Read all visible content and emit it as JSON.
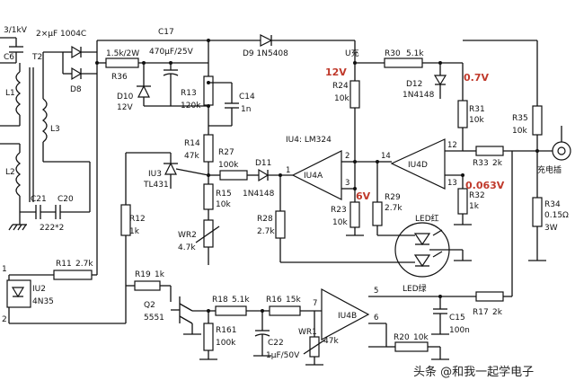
{
  "labels": {
    "c6": "C6",
    "l1": "L1",
    "l2": "L2",
    "l3": "L3",
    "t2": "T2",
    "top_left": "3/1kV",
    "d_bridge": "2×μF 1004C",
    "d8": "D8",
    "r36_val": "1.5k/2W",
    "r36": "R36",
    "c17": "C17",
    "c17_val": "470μF/25V",
    "d9": "D9 1N5408",
    "d10": "D10",
    "d10_val": "12V",
    "r13": "R13",
    "r13_val": "120k",
    "c14": "C14",
    "c14_val": "1n",
    "r14": "R14",
    "r14_val": "47k",
    "iu3": "IU3",
    "iu3_val": "TL431",
    "r27": "R27",
    "r27_val": "100k",
    "r15": "R15",
    "r15_val": "10k",
    "wr2": "WR2",
    "wr2_val": "4.7k",
    "r12": "R12",
    "r12_val": "1k",
    "r11": "R11",
    "r11_val": "2.7k",
    "iu2": "IU2",
    "iu2_val": "4N35",
    "c21": "C21",
    "c20": "C20",
    "c_val": "222*2",
    "pin1": "1",
    "pin2": "2",
    "d11": "D11",
    "d11_val": "1N4148",
    "iu4": "IU4: LM324",
    "u_charge": "U充",
    "r24": "R24",
    "r24_val": "10k",
    "r30": "R30",
    "r30_val": "5.1k",
    "d12": "D12",
    "d12_val": "1N4148",
    "r31": "R31",
    "r31_val": "10k",
    "r35": "R35",
    "r35_val": "10k",
    "iu4a": "IU4A",
    "iu4d": "IU4D",
    "iu4b": "IU4B",
    "p1": "1",
    "p2": "2",
    "p3": "3",
    "p14": "14",
    "p12": "12",
    "p13": "13",
    "p5": "5",
    "p6": "6",
    "p7": "7",
    "r23": "R23",
    "r23_val": "10k",
    "r29": "R29",
    "r29_val": "2.7k",
    "r28": "R28",
    "r28_val": "2.7k",
    "r33": "R33",
    "r33_val": "2k",
    "r32": "R32",
    "r32_val": "1k",
    "r34": "R34",
    "r34_val": "0.15Ω",
    "r34_w": "3W",
    "plug": "充电插",
    "led_red": "LED红",
    "led_green": "LED绿",
    "r19": "R19",
    "r19_val": "1k",
    "q2": "Q2",
    "q2_val": "5551",
    "r18": "R18",
    "r18_val": "5.1k",
    "r16": "R16",
    "r16_val": "15k",
    "r161": "R161",
    "r161_val": "100k",
    "c22": "C22",
    "c22_val": "1μF/50V",
    "wr1": "WR1",
    "wr1_val": "47k",
    "r20": "R20",
    "r20_val": "10k",
    "r17": "R17",
    "r17_val": "2k",
    "c15": "C15",
    "c15_val": "100n"
  },
  "voltages": {
    "v12": "12V",
    "v07": "0.7V",
    "v6": "6V",
    "v0063": "0.063V"
  },
  "watermark": "头条 @和我一起学电子",
  "colors": {
    "wire": "#111111",
    "annotation": "#c0392b"
  }
}
